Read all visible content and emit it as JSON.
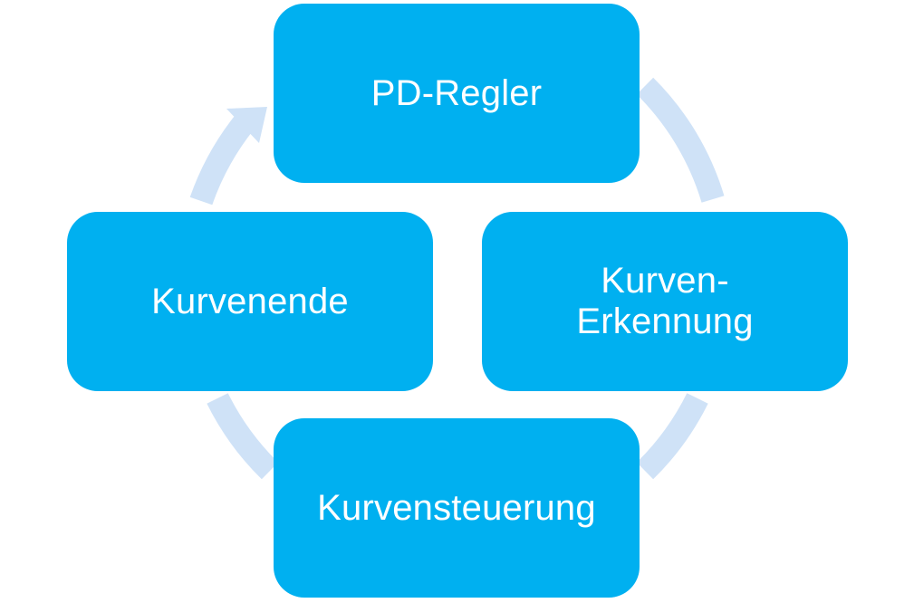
{
  "colors": {
    "box_fill": "#00b0f0",
    "box_text": "#ffffff",
    "cycle_arrow": "#cfe2f7"
  },
  "diagram": {
    "type": "cycle",
    "nodes": [
      {
        "id": "top",
        "label": "PD-Regler"
      },
      {
        "id": "right",
        "label": "Kurven-\nErkennung"
      },
      {
        "id": "bottom",
        "label": "Kurvensteuerung"
      },
      {
        "id": "left",
        "label": "Kurvenende"
      }
    ],
    "arrow_icon": "circular-arrow-icon",
    "direction": "clockwise"
  }
}
